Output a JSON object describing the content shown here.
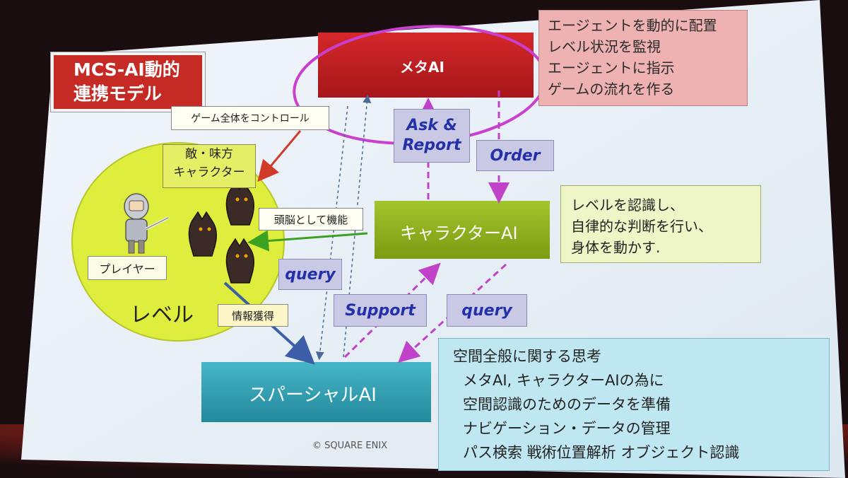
{
  "title": {
    "line1": "MCS-AI動的",
    "line2": "連携モデル"
  },
  "meta_ai": {
    "label": "メタAI"
  },
  "meta_ai_desc": {
    "lines": [
      "エージェントを動的に配置",
      "レベル状況を監視",
      "エージェントに指示",
      "ゲームの流れを作る"
    ]
  },
  "game_control_label": "ゲーム全体をコントロール",
  "enemy_ally_label": {
    "line1": "敵・味方",
    "line2": "キャラクター"
  },
  "brain_label": "頭脳として機能",
  "player_label": "プレイヤー",
  "level_label": "レベル",
  "info_label": "情報獲得",
  "ask_report": {
    "line1": "Ask &",
    "line2": "Report"
  },
  "order_label": "Order",
  "character_ai": {
    "label": "キャラクターAI"
  },
  "character_ai_desc": {
    "lines": [
      "レベルを認識し、",
      "自律的な判断を行い、",
      "身体を動かす."
    ]
  },
  "query_left": "query",
  "support_label": "Support",
  "query_right": "query",
  "spatial_ai": {
    "label": "スパーシャルAI"
  },
  "spatial_ai_desc": {
    "lines": [
      "空間全般に関する思考",
      "メタAI, キャラクターAIの為に",
      "空間認識のためのデータを準備",
      "ナビゲーション・データの管理",
      "パス検索 戦術位置解析 オブジェクト認識"
    ]
  },
  "copyright": "© SQUARE ENIX",
  "colors": {
    "slide_bg": "#eaf1f7",
    "meta_red": "#c81f22",
    "character_green": "#92b61c",
    "spatial_teal": "#2fa3b6",
    "level_yellow": "#dfee3c",
    "label_purple": "#c9c9e6",
    "highlight_magenta": "#c93fd0"
  }
}
